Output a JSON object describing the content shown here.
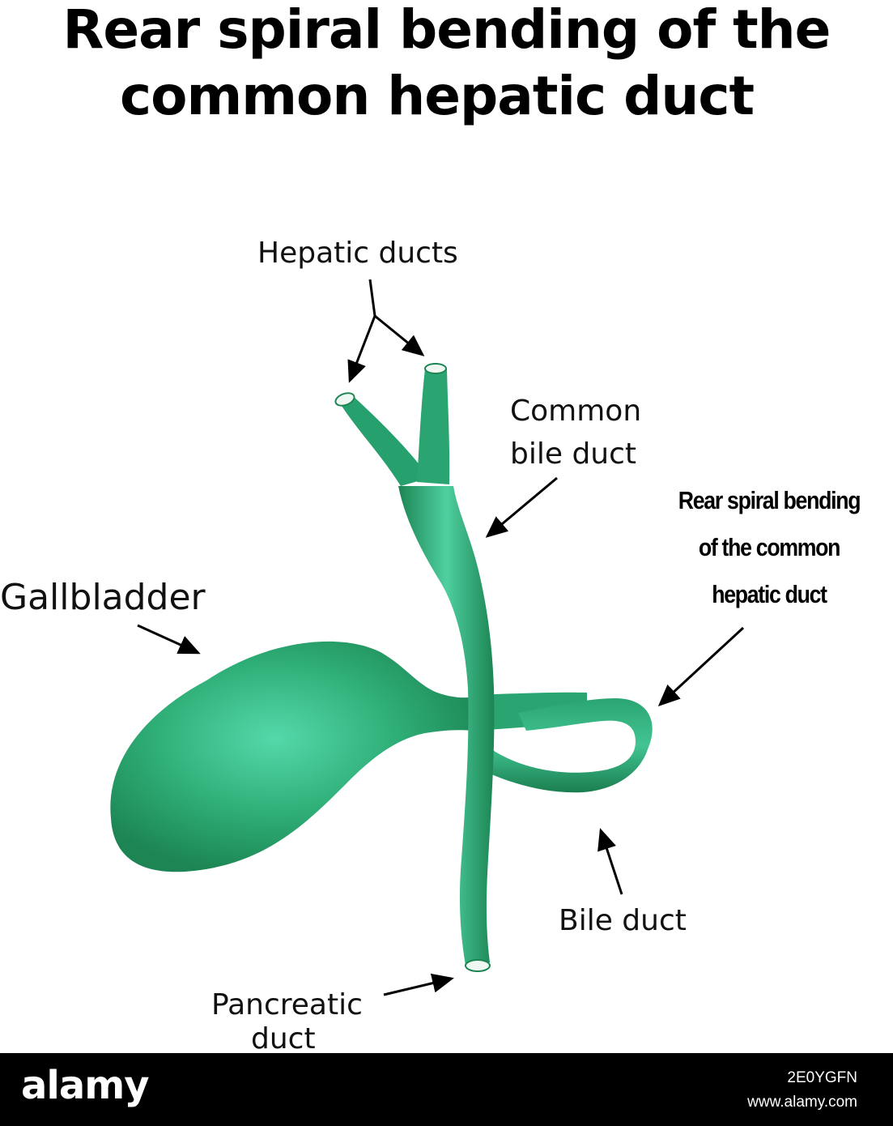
{
  "title": {
    "line1": "Rear spiral bending of the",
    "line2": "common hepatic duct"
  },
  "labels": {
    "hepatic_ducts": "Hepatic ducts",
    "common_bile_duct_line1": "Common",
    "common_bile_duct_line2": "bile duct",
    "rear_spiral_line1": "Rear spiral bending",
    "rear_spiral_line2": "of the common",
    "rear_spiral_line3": "hepatic duct",
    "gallbladder": "Gallbladder",
    "bile_duct": "Bile duct",
    "pancreatic_duct_line1": "Pancreatic",
    "pancreatic_duct_line2": "duct"
  },
  "footer": {
    "brand": "alamy",
    "image_id": "2E0YGFN",
    "site": "www.alamy.com"
  },
  "colors": {
    "organ_dark": "#1f8a5b",
    "organ_mid": "#2aa571",
    "organ_light": "#4fd2a4",
    "arrow": "#000000",
    "footer_bg": "#000000"
  }
}
